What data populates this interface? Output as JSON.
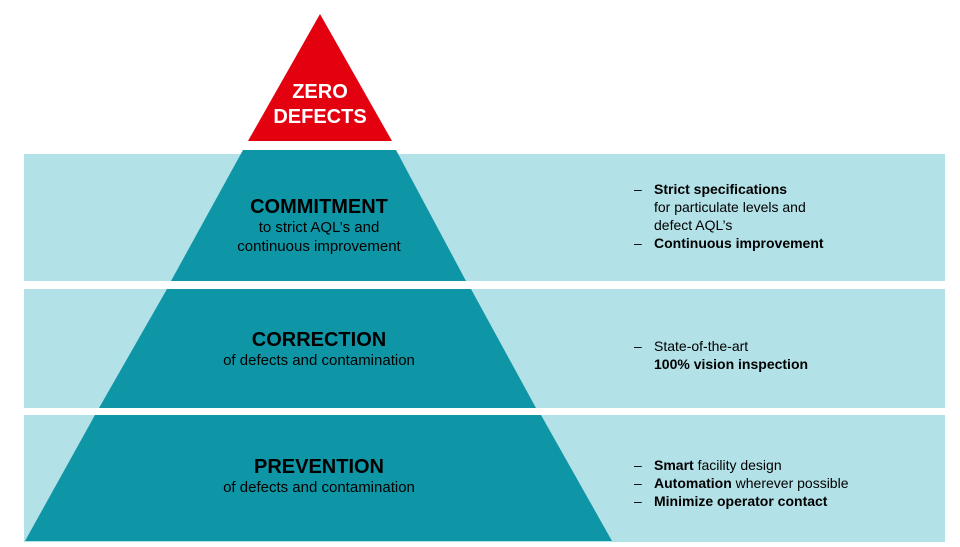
{
  "apex": {
    "line1": "ZERO",
    "line2": "DEFECTS",
    "color": "#e3000f"
  },
  "colors": {
    "pyramid": "#0f96a6",
    "band": "#b2e1e7"
  },
  "tiers": [
    {
      "title": "COMMITMENT",
      "subtitle_line1": "to strict AQL’s and",
      "subtitle_line2": "continuous improvement",
      "bullets": [
        {
          "marker": "–",
          "bold": "Strict specifications",
          "rest": "",
          "cont1": "for particulate levels and",
          "cont2": "defect AQL’s"
        },
        {
          "marker": "–",
          "bold": "Continuous improvement",
          "rest": ""
        }
      ]
    },
    {
      "title": "CORRECTION",
      "subtitle_line1": "of defects and contamination",
      "bullets": [
        {
          "marker": "–",
          "bold": "",
          "rest": "State-of-the-art",
          "cont1": "100% vision inspection"
        }
      ]
    },
    {
      "title": "PREVENTION",
      "subtitle_line1": "of defects and contamination",
      "bullets": [
        {
          "marker": "–",
          "bold": "Smart",
          "rest": " facility design"
        },
        {
          "marker": "–",
          "bold": "Automation",
          "rest": " wherever possible"
        },
        {
          "marker": "–",
          "bold": "Minimize operator contact",
          "rest": ""
        }
      ]
    }
  ]
}
